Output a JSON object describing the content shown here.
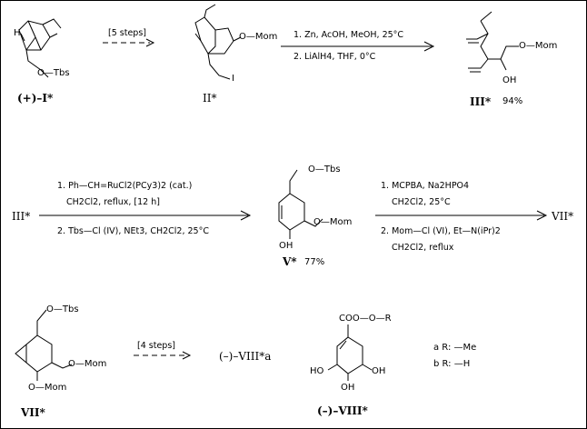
{
  "compounds": {
    "c1_label": "(+)–I*",
    "c2_label": "II*",
    "c3_label": "III*",
    "c3_yield": "94%",
    "c4_label": "III*",
    "c5_label": "V*",
    "c5_yield": "77%",
    "c6_label": "VII*",
    "c7_label": "VII*",
    "c8_label": "(–)–VIII*a",
    "c9_label": "(–)–VIII*"
  },
  "groups": {
    "otbs": "O—Tbs",
    "tbs": "Tbs",
    "omom": "O—Mom",
    "mom": "Mom",
    "oh": "OH",
    "ho": "HO",
    "o": "O",
    "i": "I",
    "h": "H",
    "ester": "COO—O—R"
  },
  "arrows": {
    "a1": {
      "label": "[5 steps]"
    },
    "a2": {
      "line1": "1. Zn, AcOH, MeOH, 25°C",
      "line2": "2. LiAlH4, THF, 0°C"
    },
    "a3": {
      "line1": "1. Ph—CH=RuCl2(PCy3)2 (cat.)",
      "line2": "CH2Cl2, reflux, [12 h]",
      "line3": "2. Tbs—Cl (IV), NEt3, CH2Cl2, 25°C"
    },
    "a4": {
      "line1": "1. MCPBA, Na2HPO4",
      "line2": "CH2Cl2, 25°C",
      "line3": "2. Mom—Cl (VI), Et—N(iPr)2",
      "line4": "CH2Cl2, reflux"
    },
    "a5": {
      "label": "[4 steps]"
    }
  },
  "legend": {
    "a": "a R: —Me",
    "b": "b R: —H"
  }
}
